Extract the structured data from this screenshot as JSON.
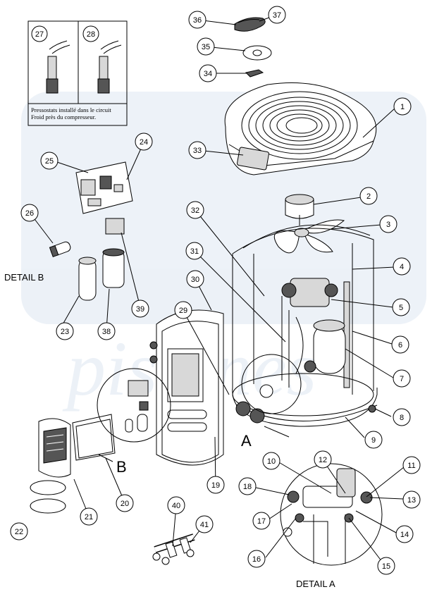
{
  "diagram": {
    "watermark_text": "piscines",
    "inset": {
      "left_number": "27",
      "right_number": "28",
      "note_line1": "Pressostats installé dans le circuit",
      "note_line2": "Froid près du compresseur."
    },
    "detail_b_label": "DETAIL B",
    "detail_a_label": "DETAIL A",
    "callout_a": "A",
    "callout_b": "B",
    "part_numbers": [
      "1",
      "2",
      "3",
      "4",
      "5",
      "6",
      "7",
      "8",
      "9",
      "10",
      "11",
      "12",
      "13",
      "14",
      "15",
      "16",
      "17",
      "18",
      "19",
      "20",
      "21",
      "22",
      "23",
      "24",
      "25",
      "26",
      "29",
      "30",
      "31",
      "32",
      "33",
      "34",
      "35",
      "36",
      "37",
      "38",
      "39",
      "40",
      "41"
    ]
  }
}
